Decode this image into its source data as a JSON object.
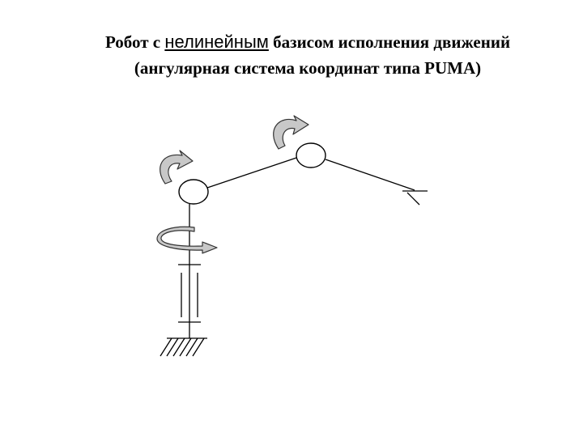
{
  "title": {
    "line1_prefix": "Робот с ",
    "line1_emphasis": "нелинейным",
    "line1_suffix": " базисом исполнения движений",
    "line2": "(ангулярная система координат типа PUMA)"
  },
  "colors": {
    "background": "#ffffff",
    "ink": "#000000",
    "arrow_fill": "#c8c8c8",
    "arrow_stroke": "#333333"
  }
}
